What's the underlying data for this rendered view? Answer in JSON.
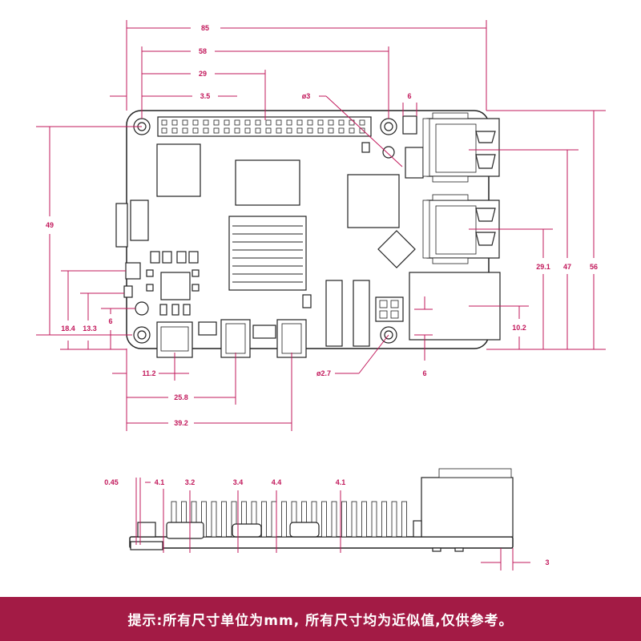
{
  "top_view": {
    "width": "85",
    "hole_spacing_x": "58",
    "header_center": "29",
    "hole_offset": "3.5",
    "hole_diameter_top": "ø3",
    "fan_header": "6",
    "board_height_left": "49",
    "height_right": "56",
    "usb2_height": "47",
    "usb1_height": "29.1",
    "eth_height": "10.2",
    "eth_offset": "6",
    "hole_diameter_bottom": "ø2.7",
    "usbc_pos": "11.2",
    "hdmi0_pos": "25.8",
    "hdmi1_pos": "39.2",
    "left_18_4": "18.4",
    "left_13_3": "13.3",
    "left_6": "6"
  },
  "side_view": {
    "d1": "0.45",
    "d2": "4.1",
    "d3": "3.2",
    "d4": "3.4",
    "d5": "4.4",
    "d6": "4.1",
    "d7": "3"
  },
  "footer_note": "提示:所有尺寸单位为mm, 所有尺寸均为近似值,仅供参考。",
  "colors": {
    "accent": "#c2185b",
    "banner": "#a31b45",
    "line": "#222222"
  }
}
